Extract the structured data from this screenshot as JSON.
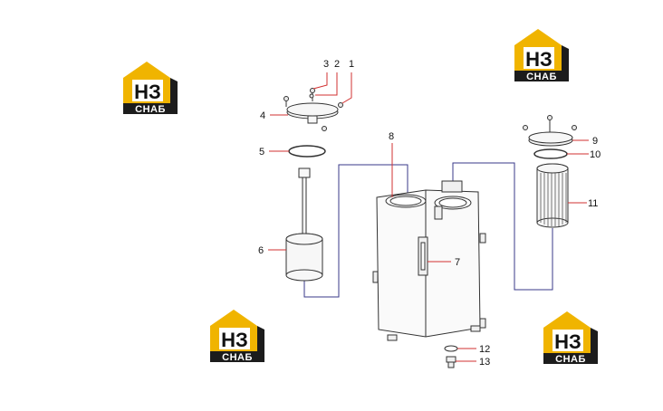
{
  "colors": {
    "logo_yellow": "#f0b400",
    "logo_dark": "#1c1c1c",
    "leader": "#d23030",
    "hose": "#3a3a8a",
    "outline": "#333333",
    "part_fill": "#f7f7f7"
  },
  "logos": [
    {
      "mark": "НЗ",
      "text": "СНАБ"
    },
    {
      "mark": "НЗ",
      "text": "СНАБ"
    },
    {
      "mark": "НЗ",
      "text": "СНАБ"
    },
    {
      "mark": "НЗ",
      "text": "СНАБ"
    }
  ],
  "callouts": [
    "1",
    "2",
    "3",
    "4",
    "5",
    "6",
    "7",
    "8",
    "9",
    "10",
    "11",
    "12",
    "13"
  ]
}
